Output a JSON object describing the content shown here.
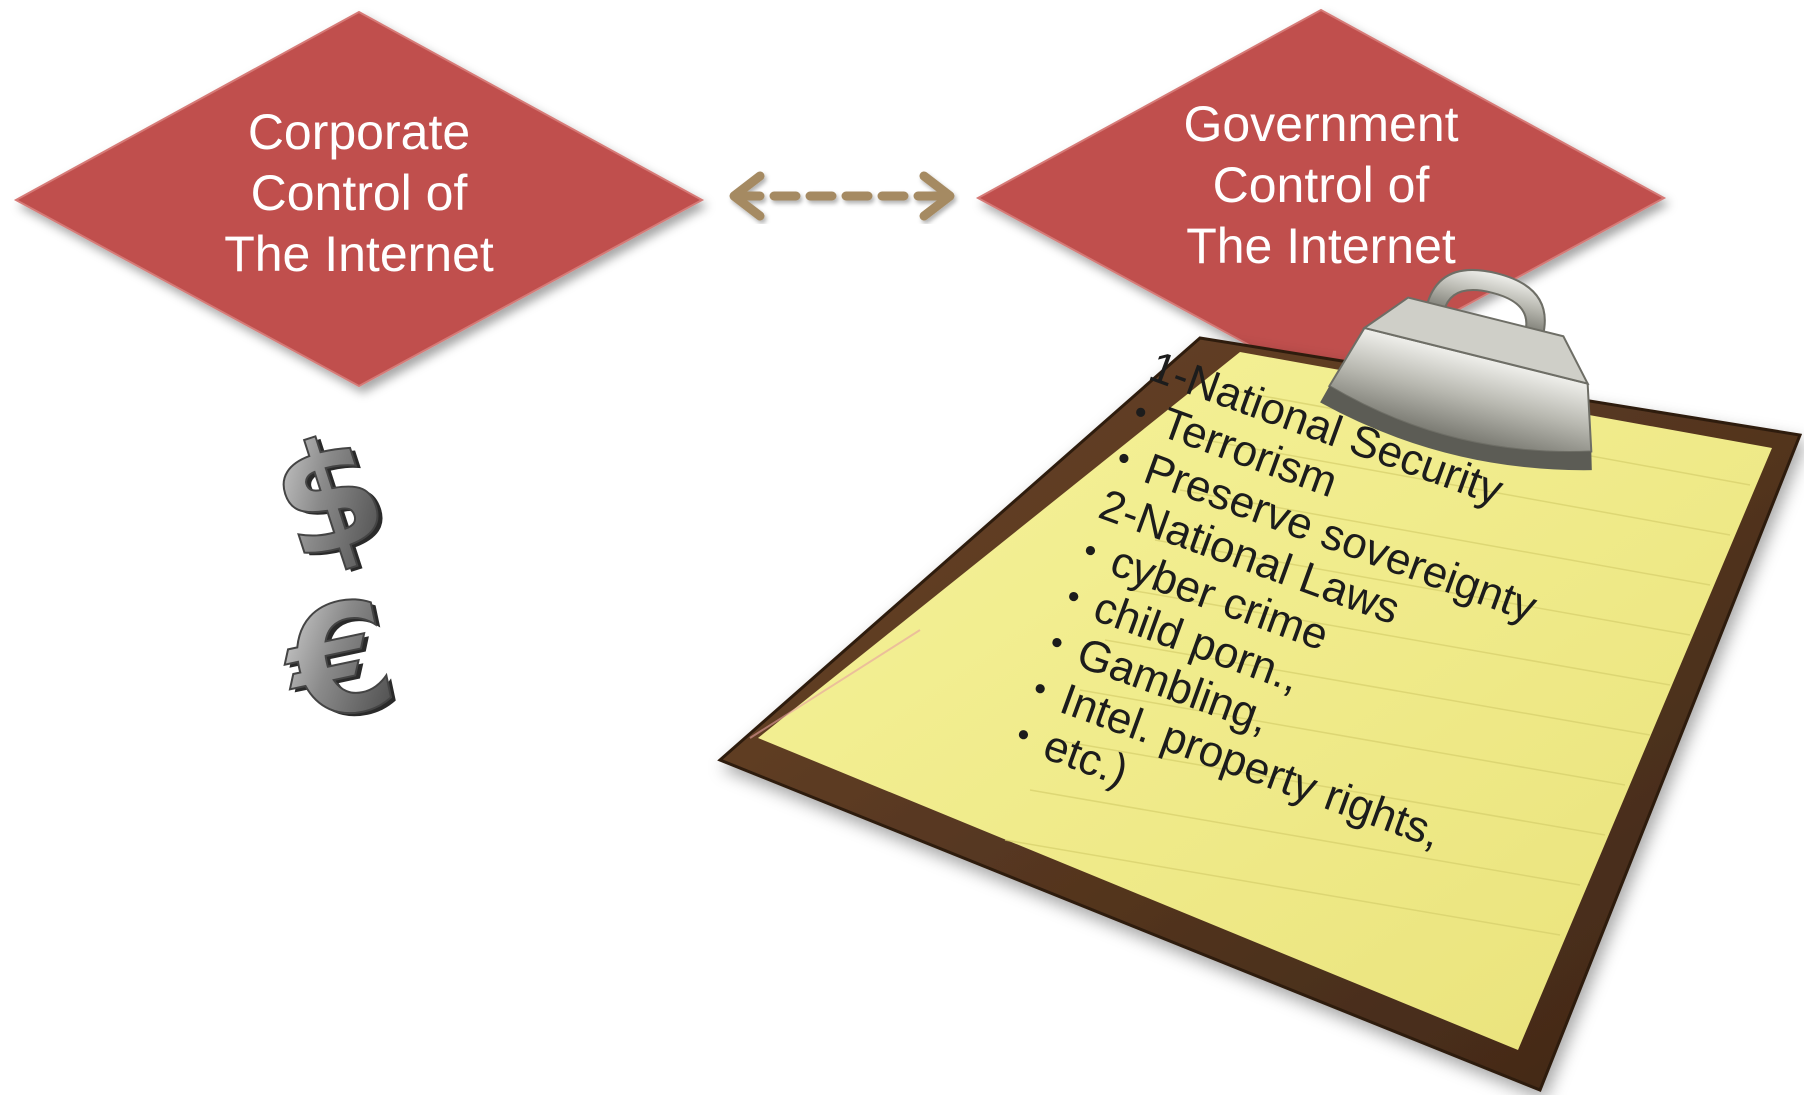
{
  "diagram": {
    "left_node": {
      "label": "Corporate\nControl of\nThe Internet"
    },
    "right_node": {
      "label": "Government\nControl of\nThe Internet"
    },
    "connector": {
      "style": "dashed bidirectional arrow",
      "color": "#a58a62"
    },
    "node_color": "#c0504d",
    "currency_icons": [
      "dollar-sign-icon",
      "euro-sign-icon"
    ],
    "clipboard": {
      "items": [
        {
          "text": "1-National Security",
          "bullet": false
        },
        {
          "text": "Terrorism",
          "bullet": true
        },
        {
          "text": "Preserve sovereignty",
          "bullet": true
        },
        {
          "text": "2-National Laws",
          "bullet": false
        },
        {
          "text": "cyber crime",
          "bullet": true
        },
        {
          "text": "child porn.,",
          "bullet": true
        },
        {
          "text": "Gambling,",
          "bullet": true
        },
        {
          "text": "Intel. property rights,",
          "bullet": true
        },
        {
          "text": "etc.)",
          "bullet": true
        }
      ],
      "paper_color": "#f3ef8a",
      "board_color": "#5a3a22"
    }
  }
}
